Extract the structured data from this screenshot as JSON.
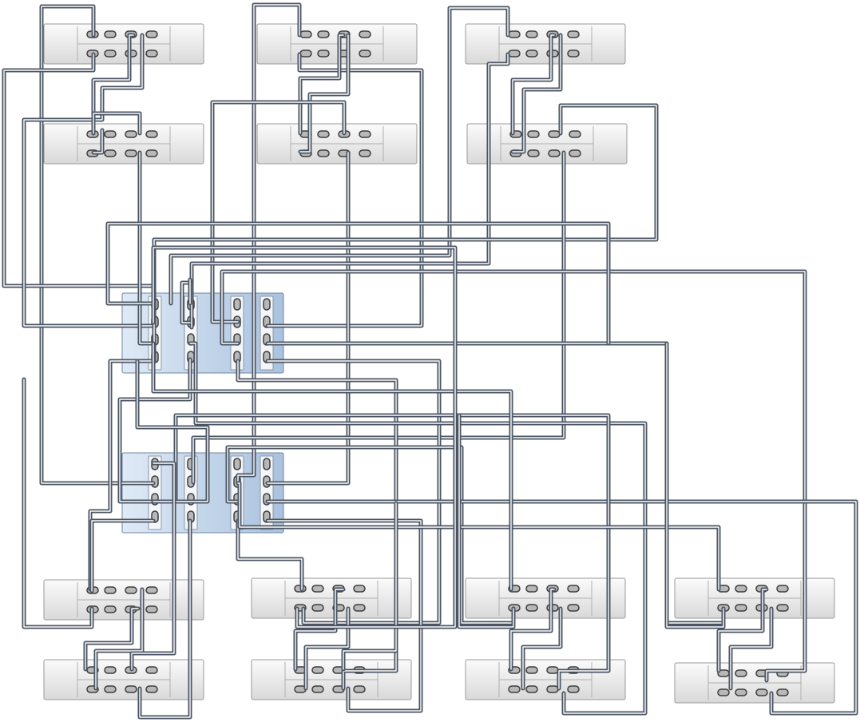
{
  "diagram": {
    "kind": "storage cabling diagram",
    "colors": {
      "background": "#ffffff",
      "cable_outer": "#4b5563",
      "cable_inner": "#ffffff",
      "shelf_light": "#fbfbfb",
      "shelf_dark": "#d9d9d9",
      "shelf_border": "#9a9a9a",
      "controller_light": "#dfeaf6",
      "controller_dark": "#a9c2de",
      "controller_border": "#6f86a3",
      "port_fill": "#b8b8b8",
      "port_border": "#3d3d3d"
    },
    "shelves": [
      {
        "id": "top-shelf-1-1"
      },
      {
        "id": "top-shelf-1-2"
      },
      {
        "id": "top-shelf-1-3"
      },
      {
        "id": "top-shelf-2-1"
      },
      {
        "id": "top-shelf-2-2"
      },
      {
        "id": "top-shelf-2-3"
      },
      {
        "id": "bottom-shelf-1-1"
      },
      {
        "id": "bottom-shelf-1-2"
      },
      {
        "id": "bottom-shelf-1-3"
      },
      {
        "id": "bottom-shelf-1-4"
      },
      {
        "id": "bottom-shelf-2-1"
      },
      {
        "id": "bottom-shelf-2-2"
      },
      {
        "id": "bottom-shelf-2-3"
      },
      {
        "id": "bottom-shelf-2-4"
      }
    ],
    "controllers": [
      {
        "id": "controller-1"
      },
      {
        "id": "controller-2"
      }
    ]
  }
}
